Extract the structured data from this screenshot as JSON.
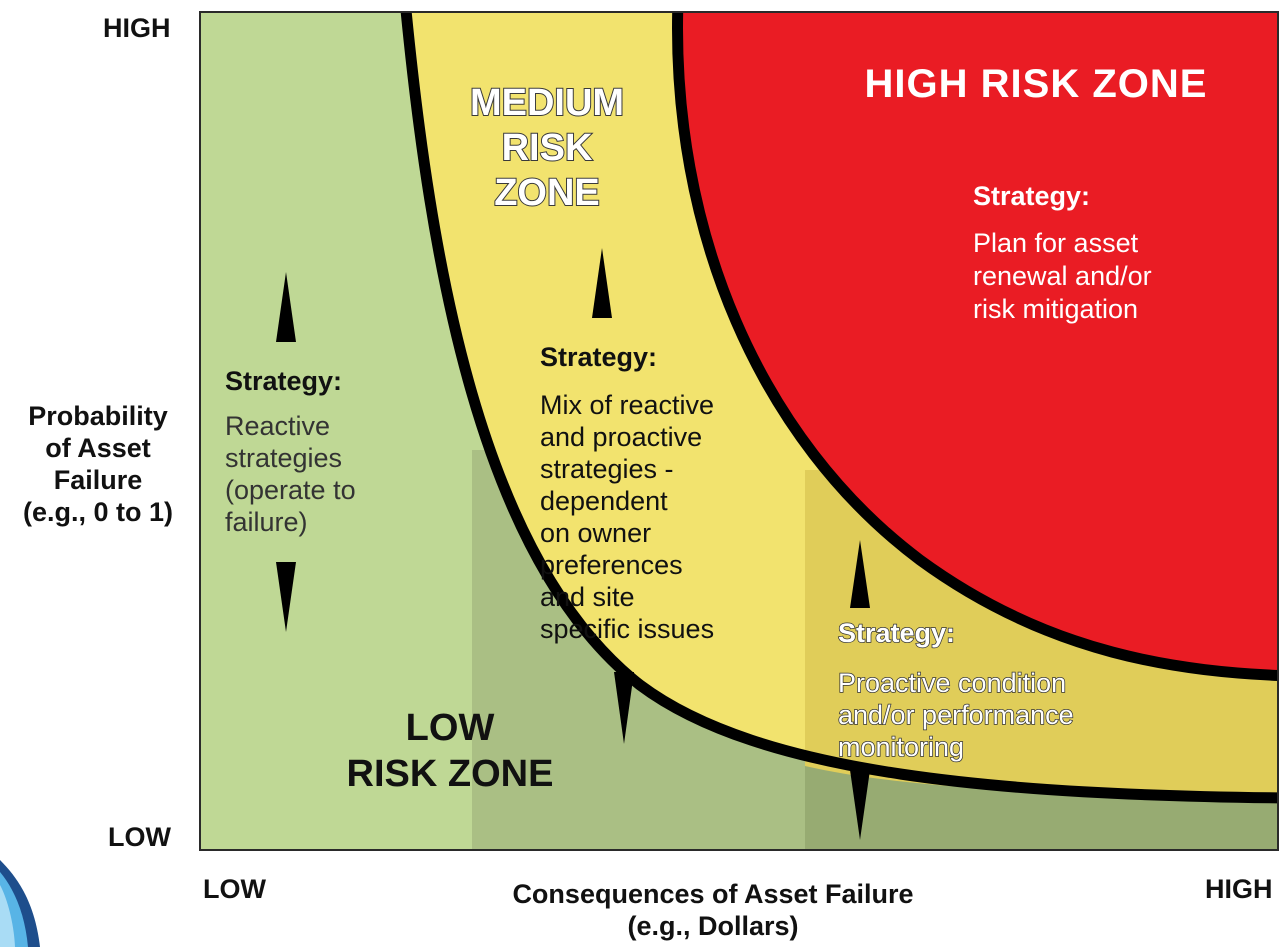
{
  "y_axis": {
    "high": "HIGH",
    "low": "LOW",
    "title_lines": [
      "Probability",
      "of Asset",
      "Failure",
      "(e.g., 0 to 1)"
    ]
  },
  "x_axis": {
    "low": "LOW",
    "high": "HIGH",
    "title_lines": [
      "Consequences of Asset Failure",
      "(e.g., Dollars)"
    ]
  },
  "zones": {
    "high": {
      "title": "HIGH RISK ZONE",
      "strategy_head": "Strategy:",
      "strategy_lines": [
        "Plan for asset",
        "renewal and/or",
        "risk mitigation"
      ],
      "color": "#ea1c24"
    },
    "medium": {
      "title_lines": [
        "MEDIUM",
        "RISK",
        "ZONE"
      ],
      "strategy_head": "Strategy:",
      "strategy_lines": [
        "Mix of reactive",
        "and proactive",
        "strategies -",
        "dependent",
        "on owner",
        "preferences",
        "and site",
        "specific issues"
      ],
      "color": "#f2e36e"
    },
    "medium_right": {
      "strategy_head": "Strategy:",
      "strategy_lines": [
        "Proactive condition",
        "and/or performance",
        "monitoring"
      ]
    },
    "low": {
      "title_lines": [
        "LOW",
        "RISK ZONE"
      ],
      "strategy_head": "Strategy:",
      "strategy_lines": [
        "Reactive",
        "strategies",
        "(operate to",
        "failure)"
      ],
      "color": "#bed795"
    }
  }
}
